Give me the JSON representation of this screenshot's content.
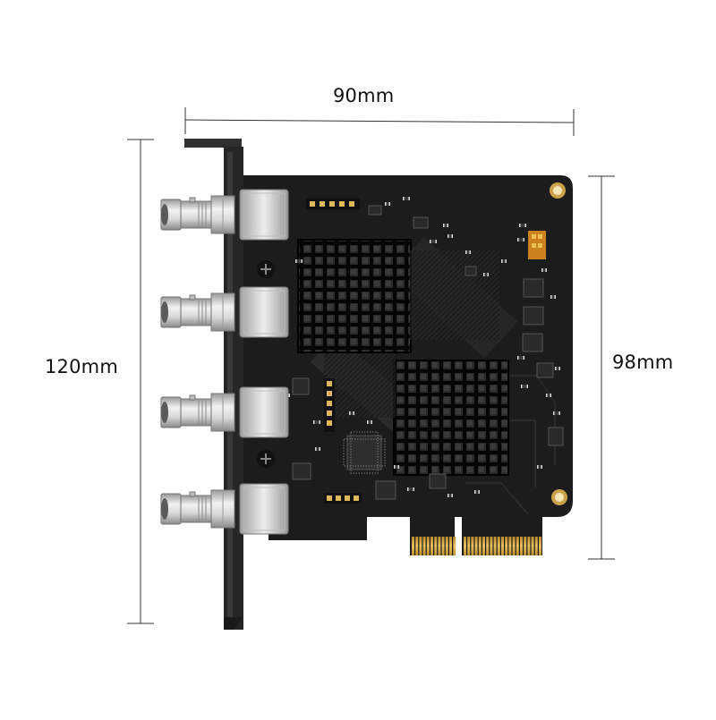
{
  "dimensions": {
    "width_label": "90mm",
    "height_label": "120mm",
    "pcb_height_label": "98mm"
  },
  "product": {
    "bnc_connector_count": 4,
    "pcie_interface": "x4"
  },
  "colors": {
    "pcb": "#1b1b1b",
    "bracket": "#2a2a2a",
    "heatsink": "#0e0e0e",
    "gold_fingers": "#d4a437",
    "bnc_metal": "#cfcfcf",
    "dimension_lines": "#333333"
  }
}
